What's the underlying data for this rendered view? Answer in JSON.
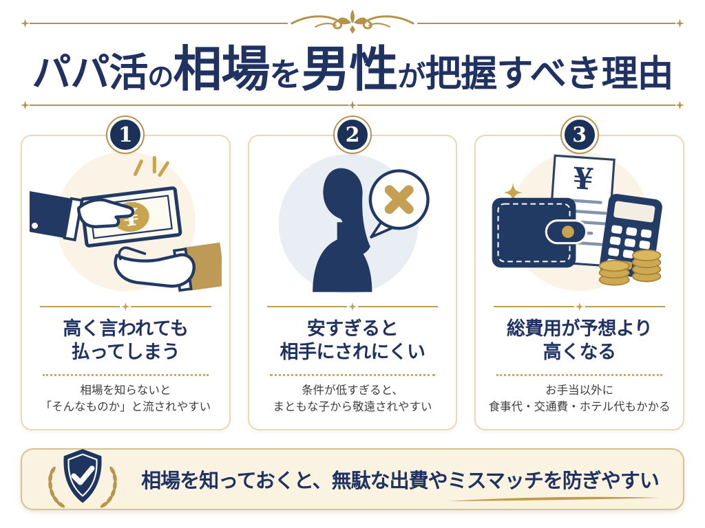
{
  "header": {
    "title_segments": [
      "パパ活",
      "の",
      "相場",
      "を",
      "男性",
      "が",
      "把握すべき理由"
    ],
    "title_full": "パパ活の相場を男性が把握すべき理由"
  },
  "cards": [
    {
      "number": "1",
      "illustration": "money-handover-icon",
      "heading_line1": "高く言われても",
      "heading_line2": "払ってしまう",
      "body_line1": "相場を知らないと",
      "body_line2": "「そんなものか」と流されやすい"
    },
    {
      "number": "2",
      "illustration": "rejected-woman-icon",
      "heading_line1": "安すぎると",
      "heading_line2": "相手にされにくい",
      "body_line1": "条件が低すぎると、",
      "body_line2": "まともな子から敬遠されやすい"
    },
    {
      "number": "3",
      "illustration": "wallet-receipt-calculator-icon",
      "heading_line1": "総費用が予想より",
      "heading_line2": "高くなる",
      "body_line1": "お手当以外に",
      "body_line2": "食事代・交通費・ホテル代もかかる"
    }
  ],
  "banner": {
    "text_lead": "相場を知っておくと、無駄な出費や",
    "text_emphasis": "ミスマッチを防ぎやすい",
    "icon": "shield-check-icon"
  },
  "symbols": {
    "yen": "¥"
  },
  "icons": {
    "fleur_ornament": "fleur-ornament-icon",
    "diamond_star": "diamond-star-icon",
    "money_handover": "money-handover-icon",
    "rejected_woman": "rejected-woman-icon",
    "wallet_receipt_calculator": "wallet-receipt-calculator-icon",
    "shield_check": "shield-check-icon",
    "laurel_wreath": "laurel-wreath-icon"
  },
  "colors": {
    "navy": "#1f3261",
    "navy_deep": "#1c3157",
    "gold": "#b5914a",
    "gold_bright": "#c9a44f",
    "cream_banner": "#faf3e2",
    "card_border": "#e6dab8",
    "body_text": "#3d3d3d",
    "illus_blue_bg": "#e9edf4",
    "illus_cream_bg": "#fbf4e6"
  }
}
